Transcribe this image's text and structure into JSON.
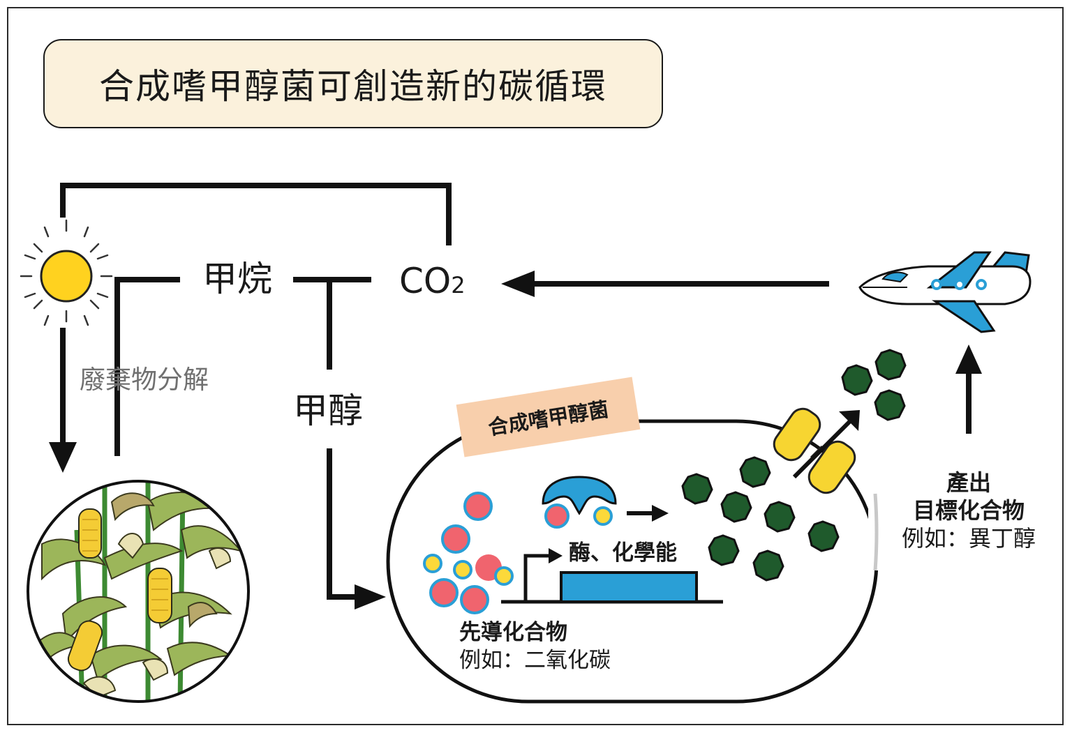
{
  "title": "合成嗜甲醇菌可創造新的碳循環",
  "labels": {
    "methane": "甲烷",
    "co2_main": "CO",
    "co2_sub": "2",
    "waste_decomp": "廢棄物分解",
    "methanol": "甲醇",
    "synthetic_methylotroph": "合成嗜甲醇菌",
    "enzyme_chem_energy": "酶、化學能",
    "precursor": "先導化合物",
    "precursor_example": "例如：二氧化碳",
    "output_line1": "產出",
    "output_line2": "目標化合物",
    "output_example": "例如：異丁醇"
  },
  "colors": {
    "title_bg": "#fbf1dc",
    "tag_bg": "#f8cfac",
    "sun": "#ffd21f",
    "precursor_red": "#f0646e",
    "precursor_yellow": "#fcd93a",
    "precursor_ring": "#2a9fd6",
    "enzyme_blue": "#2a9fd6",
    "gene_blue": "#2a9fd6",
    "product_green": "#1f5a2c",
    "transporter_yellow": "#f7d531",
    "plane_blue": "#2a9fd6",
    "corn_green": "#7aa83a"
  },
  "icons": [
    "sun-icon",
    "airplane-icon",
    "corn-field-icon",
    "enzyme-icon",
    "transporter-icon"
  ]
}
